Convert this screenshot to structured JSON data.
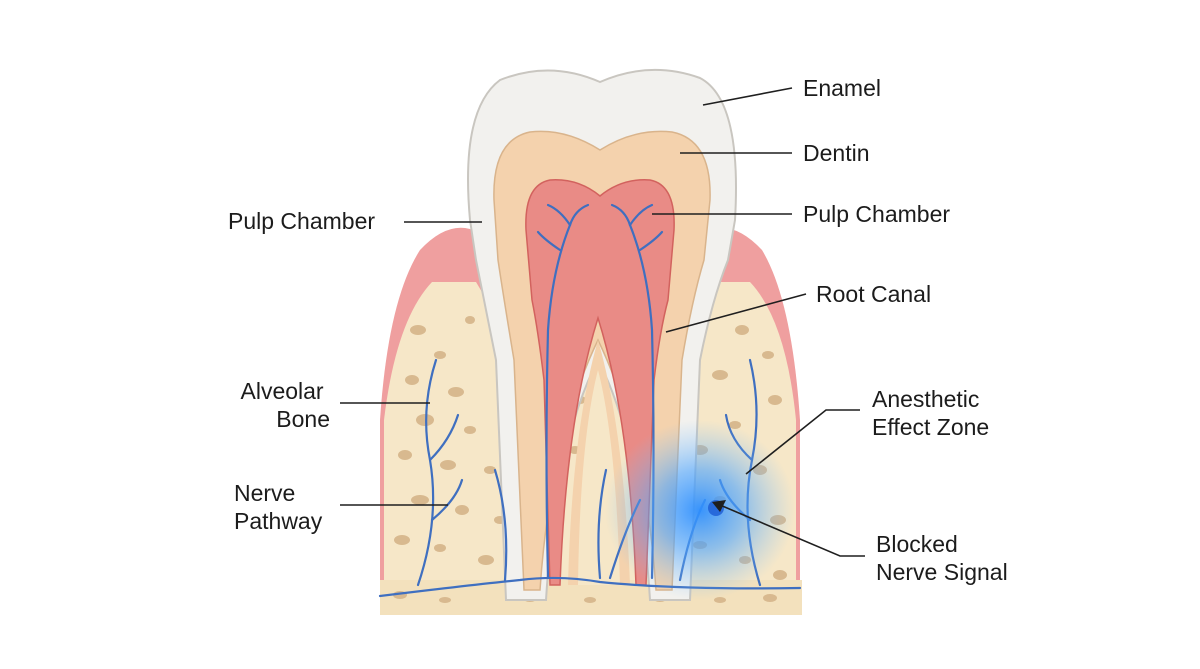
{
  "labels": {
    "enamel": "Enamel",
    "dentin": "Dentin",
    "pulp_chamber_right": "Pulp Chamber",
    "pulp_chamber_left": "Pulp Chamber",
    "root_canal": "Root Canal",
    "alveolar_bone": [
      "Alveolar",
      "Bone"
    ],
    "nerve_pathway": [
      "Nerve",
      "Pathway"
    ],
    "anesthetic_zone": [
      "Anesthetic",
      "Effect Zone"
    ],
    "blocked_signal": [
      "Blocked",
      "Nerve Signal"
    ]
  },
  "colors": {
    "enamel": "#f2f1ee",
    "dentin": "#f4d2ad",
    "pulp": "#e98b86",
    "gum": "#ef9f9f",
    "bone": "#f6e7c8",
    "bone_spots": "#d8b98f",
    "nerve": "#3f6fc0",
    "anesthetic": "#4aa3ff"
  }
}
